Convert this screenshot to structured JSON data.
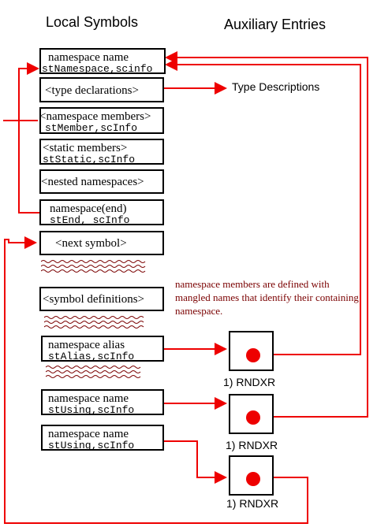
{
  "headers": {
    "left": "Local Symbols",
    "right": "Auxiliary Entries"
  },
  "boxes": [
    {
      "line1": "namespace name",
      "line2": "stNamespace,scinfo"
    },
    {
      "line1": "<type declarations>"
    },
    {
      "line1": "<namespace members>",
      "line2": "stMember,scInfo"
    },
    {
      "line1": "<static members>",
      "line2": "stStatic,scInfo"
    },
    {
      "line1": "<nested namespaces>"
    },
    {
      "line1": "namespace(end)",
      "line2": "stEnd, scInfo"
    },
    {
      "line1": "<next symbol>"
    },
    {
      "line1": "<symbol definitions>"
    },
    {
      "line1": "namespace alias",
      "line2": "stAlias,scInfo"
    },
    {
      "line1": "namespace name",
      "line2": "stUsing,scInfo"
    },
    {
      "line1": "namespace name",
      "line2": "stUsing,scInfo"
    }
  ],
  "type_descriptions_label": "Type Descriptions",
  "note": "namespace members are defined with mangled names that identify their containing namespace.",
  "aux_labels": [
    "1) RNDXR",
    "1) RNDXR",
    "1) RNDXR"
  ],
  "colors": {
    "line": "#ee0000",
    "note": "#7a0000",
    "ink": "#000000"
  },
  "icons": {
    "aux_marker": "red-dot"
  }
}
